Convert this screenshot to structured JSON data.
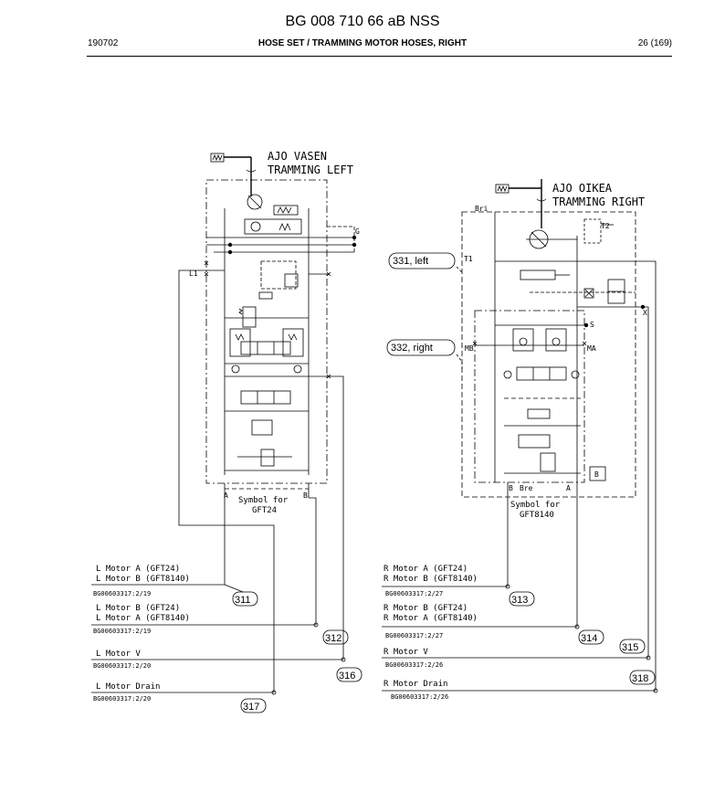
{
  "header": {
    "title": "BG 008 710 66 aB NSS",
    "date": "190702",
    "subtitle": "HOSE SET / TRAMMING MOTOR HOSES, RIGHT",
    "page": "26 (169)"
  },
  "left_unit": {
    "title_fi": "AJO VASEN",
    "title_en": "TRAMMING LEFT",
    "port_g": "G",
    "port_l1": "L1",
    "port_a": "A",
    "port_b": "B",
    "symbol_line1": "Symbol for",
    "symbol_line2": "GFT24"
  },
  "right_unit": {
    "title_fi": "AJO OIKEA",
    "title_en": "TRAMMING RIGHT",
    "port_bri": "Bri",
    "port_t2": "T2",
    "port_t1": "T1",
    "port_x": "X",
    "port_s": "S",
    "port_mb": "MB",
    "port_ma": "MA",
    "port_b": "B",
    "port_bre": "Bre",
    "port_a": "A",
    "box_b": "B",
    "symbol_line1": "Symbol for",
    "symbol_line2": "GFT8140"
  },
  "callouts": {
    "c331": "331, left",
    "c332": "332, right"
  },
  "hoses_left": [
    {
      "label1": "L Motor A (GFT24)",
      "label2": "L Motor B (GFT8140)",
      "ref": "BG00603317:2/19",
      "num": "311"
    },
    {
      "label1": "L Motor B (GFT24)",
      "label2": "L Motor A (GFT8140)",
      "ref": "BG00603317:2/19",
      "num": "312"
    },
    {
      "label1": "L Motor V",
      "ref": "BG00603317:2/20",
      "num": "316"
    },
    {
      "label1": "L Motor Drain",
      "ref": "BG00603317:2/20",
      "num": "317"
    }
  ],
  "hoses_right": [
    {
      "label1": "R Motor A (GFT24)",
      "label2": "R Motor B (GFT8140)",
      "ref": "BG00603317:2/27",
      "num": "313"
    },
    {
      "label1": "R Motor B (GFT24)",
      "label2": "R Motor A (GFT8140)",
      "ref": "BG00603317:2/27",
      "num": "314"
    },
    {
      "label1": "R Motor V",
      "ref": "BG00603317:2/26",
      "num": "315"
    },
    {
      "label1": "R Motor Drain",
      "ref": "BG00603317:2/26",
      "num": "318"
    }
  ]
}
